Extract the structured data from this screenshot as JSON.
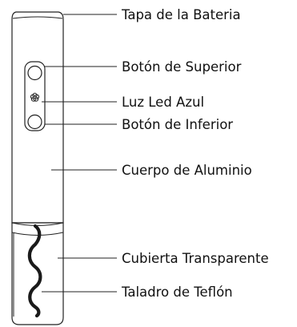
{
  "labels": {
    "battery_cap": "Tapa de la Bateria",
    "top_button": "Botón de Superior",
    "blue_led": "Luz Led Azul",
    "bottom_button": "Botón de Inferior",
    "aluminum_body": "Cuerpo de Aluminio",
    "transparent_cover": "Cubierta Transparente",
    "teflon_screw": "Taladro de Teflón"
  },
  "icons": {
    "led": "flower-led-icon"
  }
}
